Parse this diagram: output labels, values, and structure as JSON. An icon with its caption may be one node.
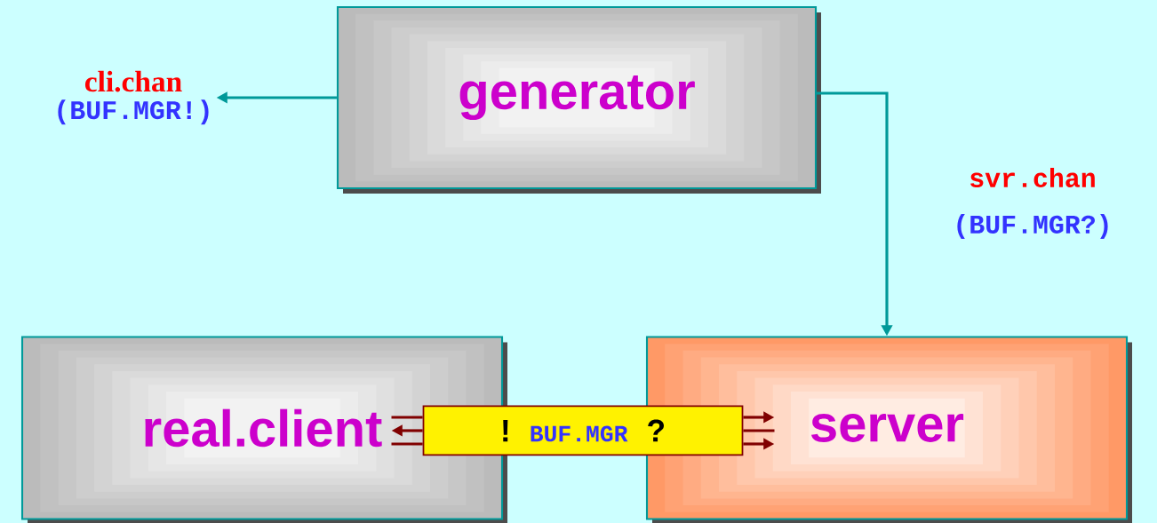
{
  "diagram": {
    "nodes": [
      {
        "text": [
          "generator"
        ]
      },
      {
        "text": [
          "cli.chan",
          "(BUF.MGR!)"
        ]
      },
      {
        "text": [
          "real.client"
        ]
      },
      {
        "text": [
          "server"
        ]
      },
      {
        "text": [
          "!",
          "BUF.MGR",
          "?"
        ]
      }
    ],
    "edges": [
      {
        "from": 0,
        "to": 1,
        "arrow": "to",
        "color": "#009999"
      },
      {
        "from": 0,
        "to": 3,
        "arrow": "to",
        "label": "svr.chan",
        "color": "#009999"
      },
      {
        "from": 4,
        "to": 2,
        "arrow": "none"
      },
      {
        "from": 4,
        "to": 2,
        "arrow": "to"
      },
      {
        "from": 4,
        "to": 2,
        "arrow": "none"
      },
      {
        "from": 4,
        "to": 3,
        "arrow": "to"
      },
      {
        "from": 4,
        "to": 3,
        "arrow": "none"
      },
      {
        "from": 4,
        "to": 3,
        "arrow": "to"
      }
    ],
    "labels": [
      "(BUF.MGR?)"
    ]
  }
}
